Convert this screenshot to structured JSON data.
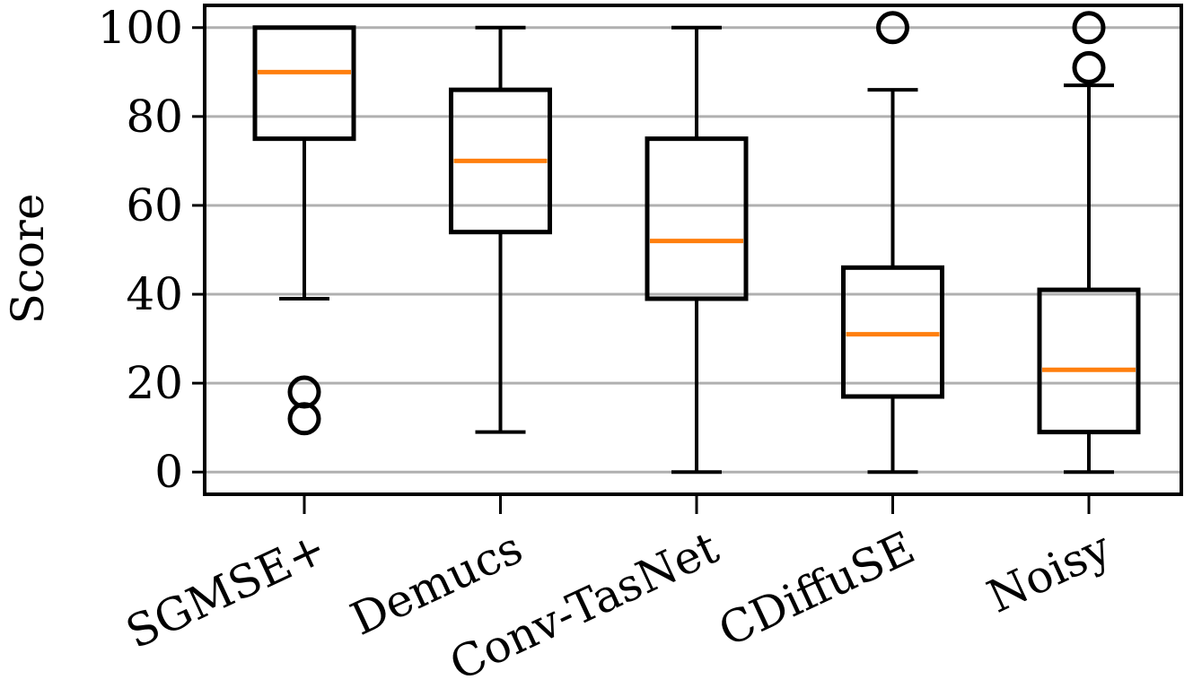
{
  "chart_data": {
    "type": "box",
    "title": "",
    "xlabel": "",
    "ylabel": "Score",
    "ylim": [
      -5,
      105
    ],
    "yticks": [
      0,
      20,
      40,
      60,
      80,
      100
    ],
    "ytick_labels": [
      "0",
      "20",
      "40",
      "60",
      "80",
      "100"
    ],
    "grid": "horizontal",
    "colors": {
      "box": "#000000",
      "median": "#ff7f0e",
      "grid": "#b0b0b0"
    },
    "categories": [
      "SGMSE+",
      "Demucs",
      "Conv-TasNet",
      "CDiffuSE",
      "Noisy"
    ],
    "boxes": [
      {
        "category": "SGMSE+",
        "whisker_low": 39,
        "q1": 75,
        "median": 90,
        "q3": 100,
        "whisker_high": 100,
        "outliers": [
          18,
          12
        ]
      },
      {
        "category": "Demucs",
        "whisker_low": 9,
        "q1": 54,
        "median": 70,
        "q3": 86,
        "whisker_high": 100,
        "outliers": []
      },
      {
        "category": "Conv-TasNet",
        "whisker_low": 0,
        "q1": 39,
        "median": 52,
        "q3": 75,
        "whisker_high": 100,
        "outliers": []
      },
      {
        "category": "CDiffuSE",
        "whisker_low": 0,
        "q1": 17,
        "median": 31,
        "q3": 46,
        "whisker_high": 86,
        "outliers": [
          100
        ]
      },
      {
        "category": "Noisy",
        "whisker_low": 0,
        "q1": 9,
        "median": 23,
        "q3": 41,
        "whisker_high": 87,
        "outliers": [
          100,
          91
        ]
      }
    ]
  }
}
